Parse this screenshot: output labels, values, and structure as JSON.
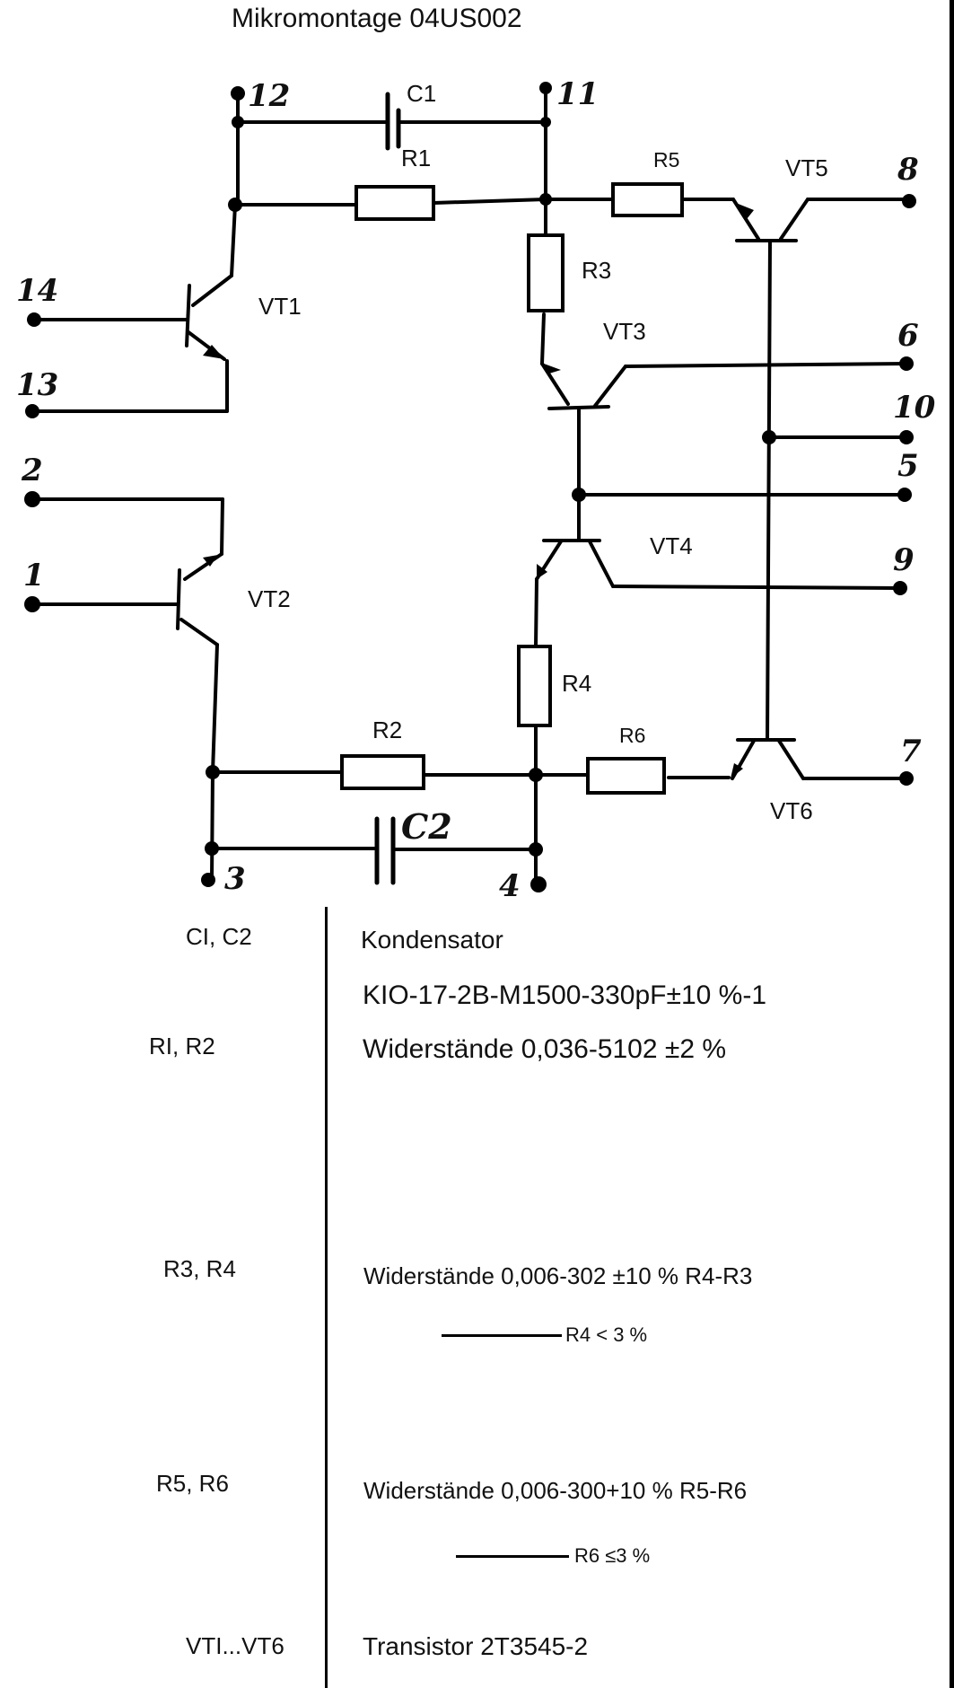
{
  "title": "Mikromontage 04US002",
  "schematic": {
    "pins": [
      "1",
      "2",
      "3",
      "4",
      "5",
      "6",
      "7",
      "8",
      "9",
      "10",
      "11",
      "12",
      "13",
      "14"
    ],
    "components": {
      "capacitors": [
        "C1",
        "C2"
      ],
      "resistors": [
        "R1",
        "R2",
        "R3",
        "R4",
        "R5",
        "R6"
      ],
      "transistors": [
        "VT1",
        "VT2",
        "VT3",
        "VT4",
        "VT5",
        "VT6"
      ]
    }
  },
  "parts_list": [
    {
      "ref": "CI, C2",
      "lines": [
        "Kondensator",
        "KIO-17-2B-M1500-330pF±10 %-1"
      ]
    },
    {
      "ref": "RI, R2",
      "lines": [
        "Widerstände 0,036-5102 ±2 %"
      ]
    },
    {
      "ref": "R3, R4",
      "lines": [
        "Widerstände 0,006-302 ±10 % R4-R3"
      ],
      "note": "R4 < 3 %"
    },
    {
      "ref": "R5, R6",
      "lines": [
        "Widerstände 0,006-300+10 % R5-R6"
      ],
      "note": "R6 ≤3 %"
    },
    {
      "ref": "VTI...VT6",
      "lines": [
        "Transistor 2T3545-2"
      ]
    }
  ]
}
